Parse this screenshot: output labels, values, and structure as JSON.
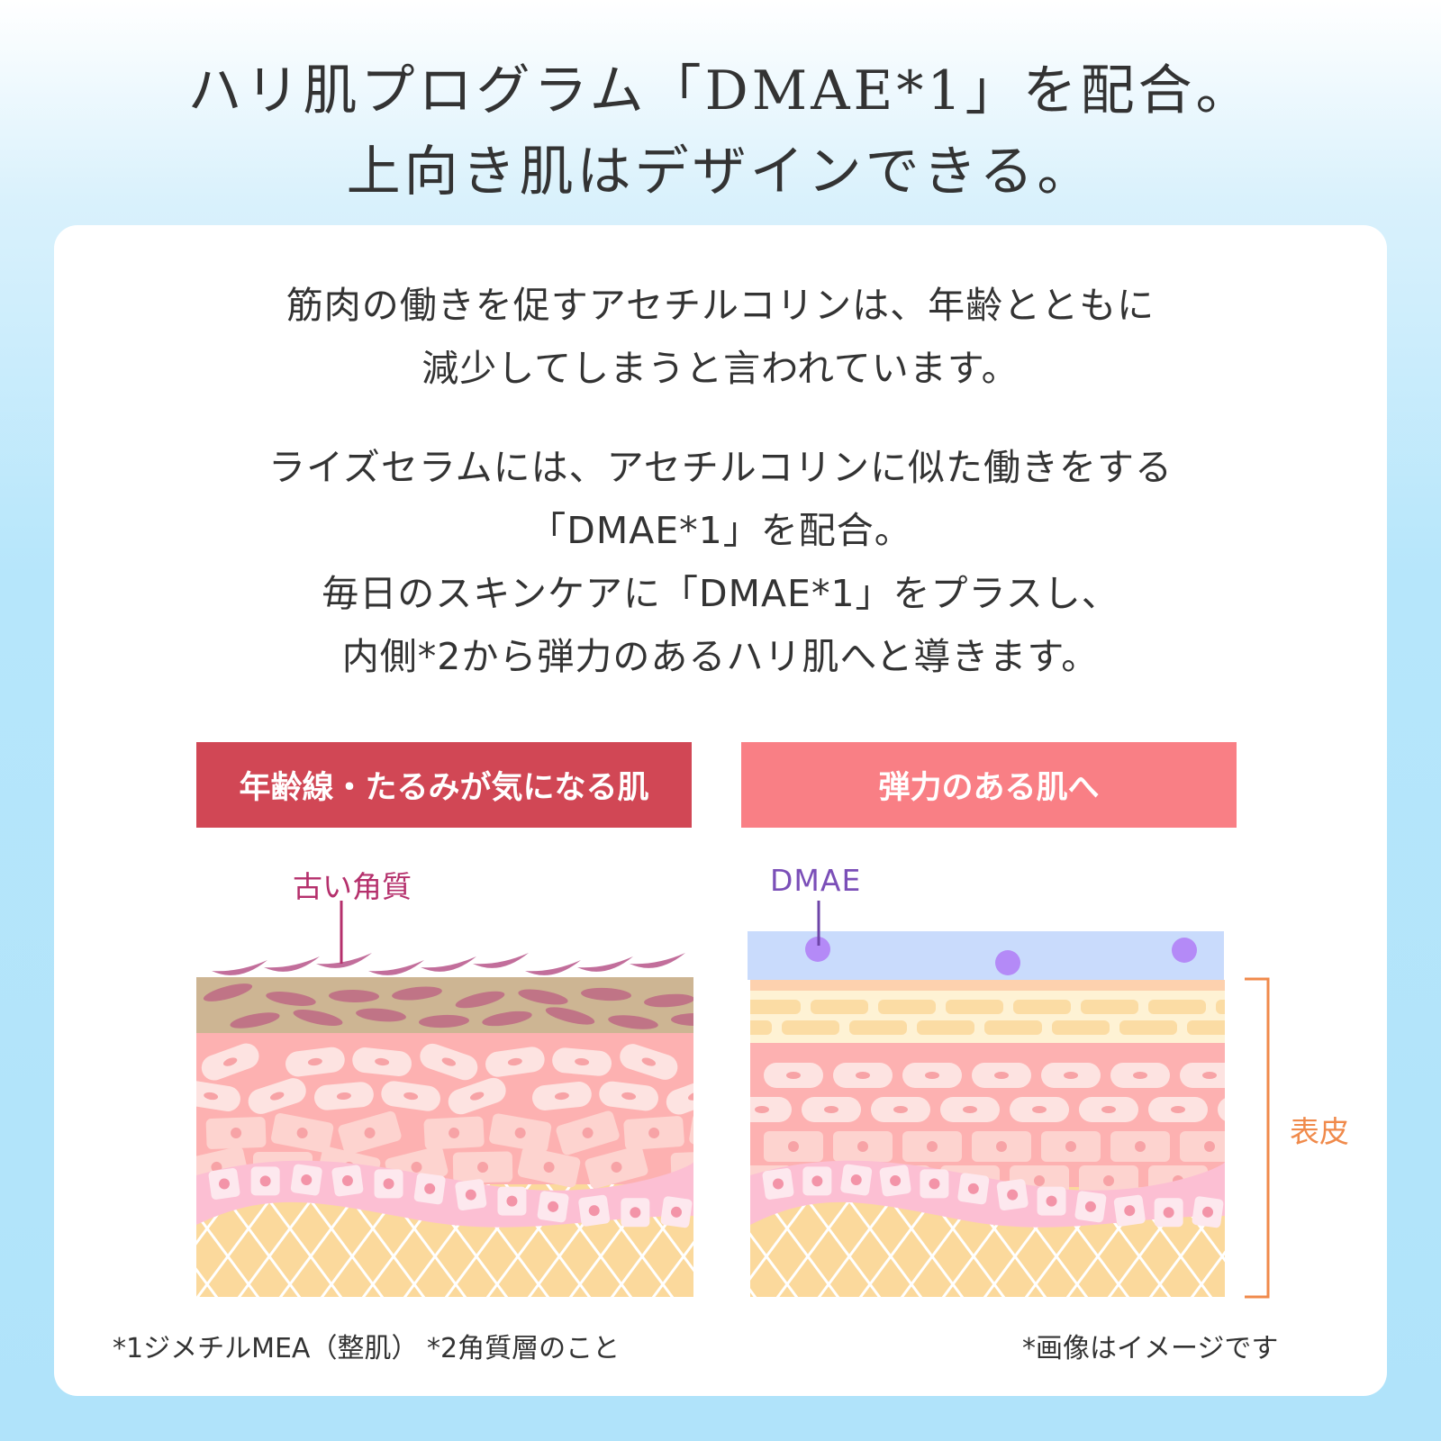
{
  "headline": {
    "line1": "ハリ肌プログラム「DMAE*1」を配合。",
    "line2": "上向き肌はデザインできる。"
  },
  "body": {
    "p1": [
      "筋肉の働きを促すアセチルコリンは、年齢とともに",
      "減少してしまうと言われています。"
    ],
    "p2": [
      "ライズセラムには、アセチルコリンに似た働きをする",
      "「DMAE*1」を配合。",
      "毎日のスキンケアに「DMAE*1」をプラスし、",
      "内側*2から弾力のあるハリ肌へと導きます。"
    ]
  },
  "compare": {
    "before": {
      "title": "年齢線・たるみが気になる肌",
      "label": "古い角質"
    },
    "after": {
      "title": "弾力のある肌へ",
      "label": "DMAE",
      "bracket_label": "表皮"
    }
  },
  "footnotes": {
    "left": "*1ジメチルMEA（整肌） *2角質層のこと",
    "right": "*画像はイメージです"
  },
  "colors": {
    "before_box": "#d14755",
    "after_box": "#f97f85",
    "before_label": "#b5306c",
    "after_label": "#7b4fb8",
    "bracket": "#f08a4b"
  }
}
